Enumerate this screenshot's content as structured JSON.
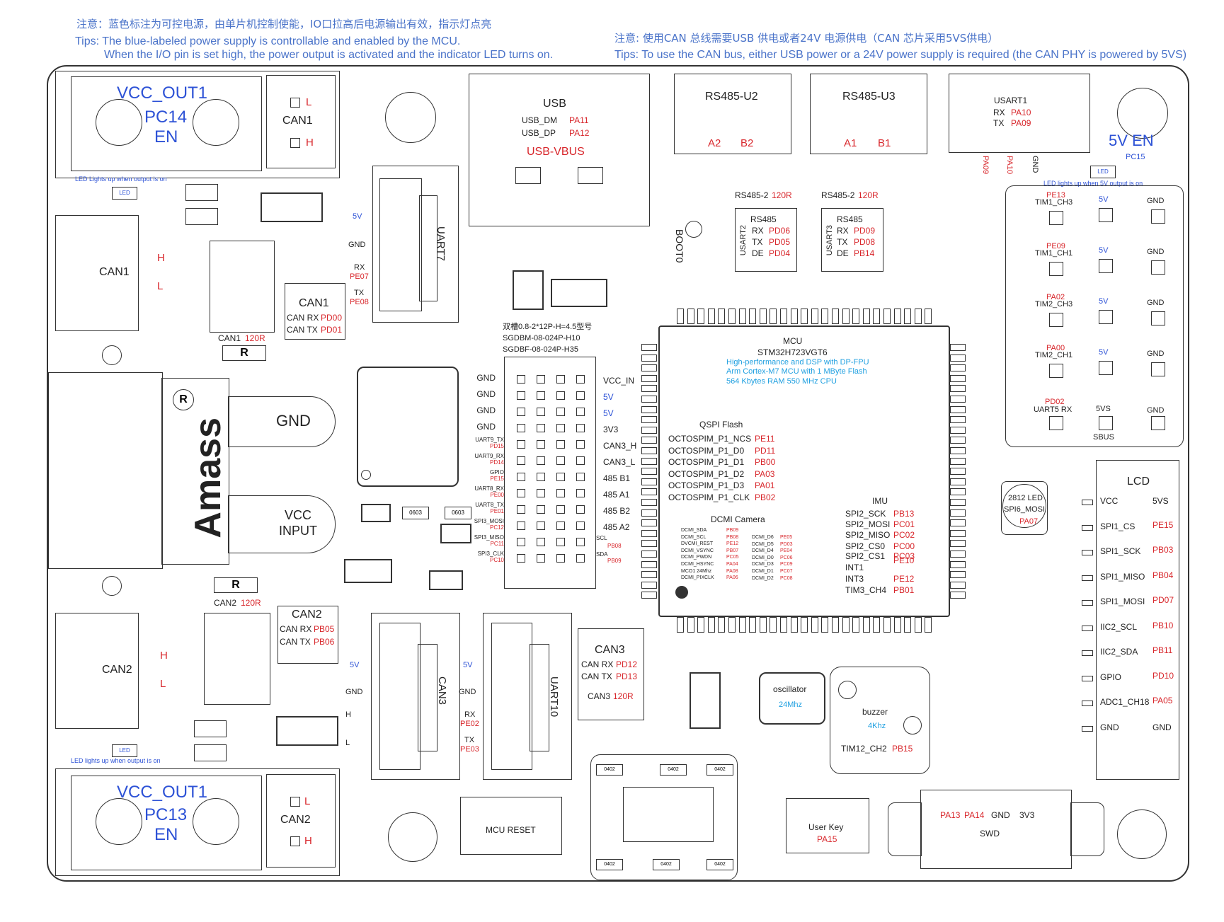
{
  "tips": {
    "left_cn": "注意：蓝色标注为可控电源，由单片机控制使能，IO口拉高后电源输出有效，指示灯点亮",
    "left_en1": "Tips: The blue-labeled power supply is controllable and enabled by the MCU.",
    "left_en2": "When the I/O pin is set high, the power output is activated and the indicator LED turns on.",
    "right_cn": "注意: 使用CAN 总线需要USB 供电或者24V 电源供电（CAN 芯片采用5VS供电）",
    "right_en": "Tips: To use the CAN bus, either USB power or a 24V power supply is required (the CAN PHY is powered by 5VS)"
  },
  "out1": {
    "name": "VCC_OUT1",
    "pin": "PC14",
    "en": "EN",
    "led_note": "LED Lights up when output is on"
  },
  "out2": {
    "name": "VCC_OUT1",
    "pin": "PC13",
    "en": "EN",
    "led_note": "LED lights up when output is on"
  },
  "can1_conn": {
    "name": "CAN1",
    "l": "L",
    "h": "H"
  },
  "can2_conn": {
    "name": "CAN2",
    "l": "L",
    "h": "H"
  },
  "led_tag": "LED",
  "can1_port": {
    "name": "CAN1",
    "h": "H",
    "l": "L"
  },
  "can2_port": {
    "name": "CAN2",
    "h": "H",
    "l": "L"
  },
  "can1_res": {
    "label": "CAN1",
    "val": "120R",
    "r": "R"
  },
  "can2_res": {
    "label": "CAN2",
    "val": "120R",
    "r": "R"
  },
  "can1_chip": {
    "title": "CAN1",
    "rx_label": "CAN RX",
    "rx": "PD00",
    "tx_label": "CAN TX",
    "tx": "PD01"
  },
  "can2_chip": {
    "title": "CAN2",
    "rx_label": "CAN RX",
    "rx": "PB05",
    "tx_label": "CAN TX",
    "tx": "PB06"
  },
  "can3_chip": {
    "title": "CAN3",
    "rx_label": "CAN RX",
    "rx": "PD12",
    "tx_label": "CAN TX",
    "tx": "PD13",
    "res_label": "CAN3",
    "res_val": "120R"
  },
  "power": {
    "brand": "Amass",
    "reg": "R",
    "gnd": "GND",
    "vcc1": "VCC",
    "vcc2": "INPUT"
  },
  "uart7": {
    "name": "UART7",
    "p5v": "5V",
    "gnd": "GND",
    "rx": "RX",
    "rx_pin": "PE07",
    "tx": "TX",
    "tx_pin": "PE08"
  },
  "can3_conn": {
    "name": "CAN3",
    "p5v": "5V",
    "gnd": "GND",
    "h": "H",
    "l": "L"
  },
  "uart10": {
    "name": "UART10",
    "p5v": "5V",
    "gnd": "GND",
    "rx": "RX",
    "rx_pin": "PE02",
    "tx": "TX",
    "tx_pin": "PE03"
  },
  "usb": {
    "title": "USB",
    "dm": "USB_DM",
    "dm_pin": "PA11",
    "dp": "USB_DP",
    "dp_pin": "PA12",
    "vbus": "USB-VBUS"
  },
  "rs485_u2": {
    "title": "RS485-U2",
    "a": "A2",
    "b": "B2",
    "res_label": "RS485-2",
    "res_val": "120R",
    "chip": "RS485",
    "vert": "USART2",
    "rx": "RX",
    "rx_pin": "PD06",
    "tx": "TX",
    "tx_pin": "PD05",
    "de": "DE",
    "de_pin": "PD04"
  },
  "rs485_u3": {
    "title": "RS485-U3",
    "a": "A1",
    "b": "B1",
    "res_label": "RS485-2",
    "res_val": "120R",
    "chip": "RS485",
    "vert": "USART3",
    "rx": "RX",
    "rx_pin": "PD09",
    "tx": "TX",
    "tx_pin": "PD08",
    "de": "DE",
    "de_pin": "PB14"
  },
  "usart1": {
    "title": "USART1",
    "rx": "RX",
    "rx_pin": "PA10",
    "tx": "TX",
    "tx_pin": "PA09",
    "v1": "PA09",
    "v2": "PA10",
    "v3": "GND"
  },
  "en5v": {
    "title": "5V EN",
    "pin": "PC15",
    "note": "LED lights up when 5V output is on"
  },
  "pwm": {
    "rows": [
      {
        "pin": "PE13",
        "name": "TIM1_CH3",
        "mid": "5V",
        "gnd": "GND"
      },
      {
        "pin": "PE09",
        "name": "TIM1_CH1",
        "mid": "5V",
        "gnd": "GND"
      },
      {
        "pin": "PA02",
        "name": "TIM2_CH3",
        "mid": "5V",
        "gnd": "GND"
      },
      {
        "pin": "PA00",
        "name": "TIM2_CH1",
        "mid": "5V",
        "gnd": "GND"
      }
    ],
    "sbus": {
      "pin": "PD02",
      "name": "UART5 RX",
      "mid": "5VS",
      "mid2": "SBUS",
      "gnd": "GND"
    }
  },
  "boot": "BOOT0",
  "conn24": {
    "note": "双槽0.8-2*12P-H=4.5型号",
    "part1": "SGDBM-08-024P-H10",
    "part2": "SGDBF-08-024P-H35",
    "left": [
      {
        "t": "GND",
        "p": ""
      },
      {
        "t": "GND",
        "p": ""
      },
      {
        "t": "GND",
        "p": ""
      },
      {
        "t": "GND",
        "p": ""
      },
      {
        "t": "UART9_TX",
        "p": "PD15"
      },
      {
        "t": "UART9_RX",
        "p": "PD14"
      },
      {
        "t": "GPIO",
        "p": "PE15"
      },
      {
        "t": "UART8_RX",
        "p": "PE00"
      },
      {
        "t": "UART8_TX",
        "p": "PE01"
      },
      {
        "t": "SPI3_MOSI",
        "p": "PC12"
      },
      {
        "t": "SPI3_MISO",
        "p": "PC11"
      },
      {
        "t": "SPI3_CLK",
        "p": "PC10"
      }
    ],
    "right": [
      {
        "t": "VCC_IN",
        "c": "blk"
      },
      {
        "t": "5V",
        "c": "blu"
      },
      {
        "t": "5V",
        "c": "blu"
      },
      {
        "t": "3V3",
        "c": "blk"
      },
      {
        "t": "CAN3_H",
        "c": "blk"
      },
      {
        "t": "CAN3_L",
        "c": "blk"
      },
      {
        "t": "485 B1",
        "c": "blk"
      },
      {
        "t": "485 A1",
        "c": "blk"
      },
      {
        "t": "485 B2",
        "c": "blk"
      },
      {
        "t": "485 A2",
        "c": "blk"
      }
    ],
    "scl": "SCL",
    "scl_pin": "PB08",
    "sda": "SDA",
    "sda_pin": "PB09"
  },
  "mcu": {
    "title": "MCU",
    "part": "STM32H723VGT6",
    "d1": "High-performance and DSP with DP-FPU",
    "d2": "Arm Cortex-M7 MCU with 1 MByte Flash",
    "d3": "564 Kbytes RAM 550 MHz CPU",
    "qspi_title": "QSPI Flash",
    "qspi": [
      {
        "n": "OCTOSPIM_P1_NCS",
        "p": "PE11"
      },
      {
        "n": "OCTOSPIM_P1_D0",
        "p": "PD11"
      },
      {
        "n": "OCTOSPIM_P1_D1",
        "p": "PB00"
      },
      {
        "n": "OCTOSPIM_P1_D2",
        "p": "PA03"
      },
      {
        "n": "OCTOSPIM_P1_D3",
        "p": "PA01"
      },
      {
        "n": "OCTOSPIM_P1_CLK",
        "p": "PB02"
      }
    ],
    "dcmi_title": "DCMI Camera",
    "dcmi_l": [
      {
        "n": "DCMI_SDA",
        "p": "PB09"
      },
      {
        "n": "DCMI_SCL",
        "p": "PB08"
      },
      {
        "n": "DVCMI_REST",
        "p": "PE12"
      },
      {
        "n": "DCMI_VSYNC",
        "p": "PB07"
      },
      {
        "n": "DCMI_PWDN",
        "p": "PC05"
      },
      {
        "n": "DCMI_HSYNC",
        "p": "PA04"
      },
      {
        "n": "MCO1 24Mhz",
        "p": "PA08"
      },
      {
        "n": "DCMI_PIXCLK",
        "p": "PA06"
      }
    ],
    "dcmi_r": [
      {
        "n": "DCMI_D6",
        "p": "PE05"
      },
      {
        "n": "DCMI_D5",
        "p": "PD03"
      },
      {
        "n": "DCMI_D4",
        "p": "PE04"
      },
      {
        "n": "DCMI_D0",
        "p": "PC06"
      },
      {
        "n": "DCMI_D3",
        "p": "PC09"
      },
      {
        "n": "DCMI_D1",
        "p": "PC07"
      },
      {
        "n": "DCMI_D2",
        "p": "PC08"
      }
    ],
    "imu_title": "IMU",
    "imu": [
      {
        "n": "SPI2_SCK",
        "p": "PB13"
      },
      {
        "n": "SPI2_MOSI",
        "p": "PC01"
      },
      {
        "n": "SPI2_MISO",
        "p": "PC02"
      },
      {
        "n": "SPI2_CS0",
        "p": "PC00"
      },
      {
        "n": "SPI2_CS1",
        "p": "PC03"
      },
      {
        "n": "INT1",
        "p": "PE10"
      },
      {
        "n": "INT3",
        "p": "PE12"
      },
      {
        "n": "TIM3_CH4",
        "p": "PB01"
      }
    ]
  },
  "led2812": {
    "l1": "2812 LED",
    "l2": "SPI6_MOSI",
    "pin": "PA07"
  },
  "lcd": {
    "title": "LCD",
    "rows": [
      {
        "n": "VCC",
        "p": "5VS",
        "c": "blk"
      },
      {
        "n": "SPI1_CS",
        "p": "PE15",
        "c": "red"
      },
      {
        "n": "SPI1_SCK",
        "p": "PB03",
        "c": "red"
      },
      {
        "n": "SPI1_MISO",
        "p": "PB04",
        "c": "red"
      },
      {
        "n": "SPI1_MOSI",
        "p": "PD07",
        "c": "red"
      },
      {
        "n": "IIC2_SCL",
        "p": "PB10",
        "c": "red"
      },
      {
        "n": "IIC2_SDA",
        "p": "PB11",
        "c": "red"
      },
      {
        "n": "GPIO",
        "p": "PD10",
        "c": "red"
      },
      {
        "n": "ADC1_CH18",
        "p": "PA05",
        "c": "red"
      },
      {
        "n": "GND",
        "p": "GND",
        "c": "blk"
      }
    ]
  },
  "osc": {
    "name": "oscillator",
    "freq": "24Mhz"
  },
  "buzzer": {
    "name": "buzzer",
    "freq": "4Khz",
    "tim": "TIM12_CH2",
    "pin": "PB15"
  },
  "reset": "MCU RESET",
  "userkey": {
    "name": "User Key",
    "pin": "PA15"
  },
  "swd": {
    "p1": "PA13",
    "p2": "PA14",
    "p3": "GND",
    "p4": "3V3",
    "name": "SWD"
  },
  "smd": {
    "s1": "0402",
    "s2": "0603"
  }
}
